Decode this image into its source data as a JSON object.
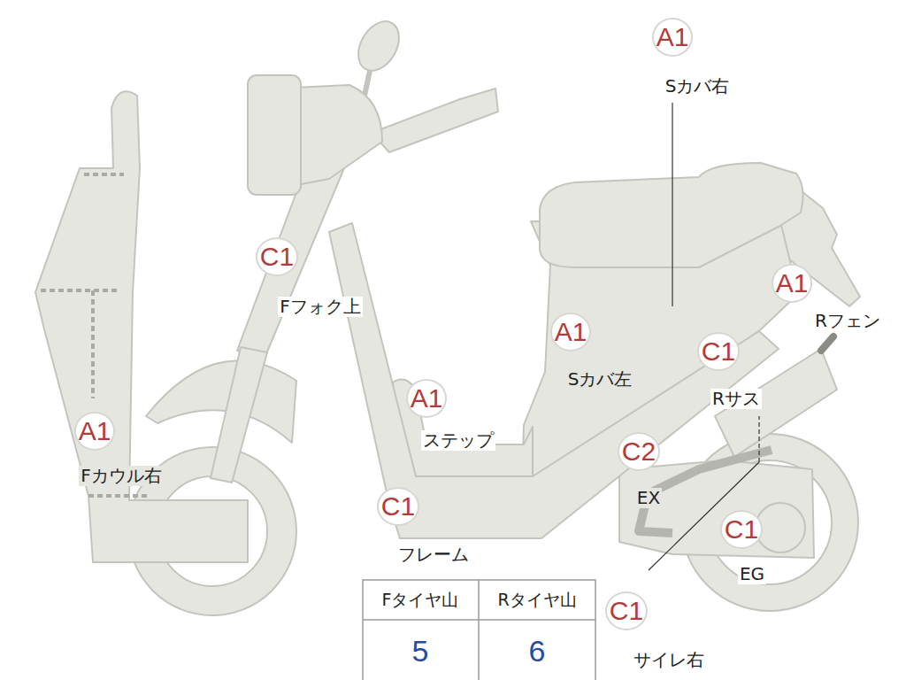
{
  "diagram": {
    "nodes": [
      {
        "text": [
          "A1",
          "Sカバ右"
        ]
      },
      {
        "text": [
          "C1",
          "Fフォク上"
        ]
      },
      {
        "text": [
          "A1",
          "Rフェン"
        ]
      },
      {
        "text": [
          "A1",
          "Sカバ左"
        ]
      },
      {
        "text": [
          "C1",
          "Rサス"
        ]
      },
      {
        "text": [
          "A1",
          "ステップ"
        ]
      },
      {
        "text": [
          "A1",
          "Fカウル右"
        ]
      },
      {
        "text": [
          "C2",
          "EX"
        ]
      },
      {
        "text": [
          "C1",
          "フレーム"
        ]
      },
      {
        "text": [
          "C1",
          "EG"
        ]
      },
      {
        "text": [
          "C1",
          "サイレ右"
        ]
      }
    ],
    "labels": [
      "Fタイヤ山",
      "Rタイヤ山",
      "5",
      "6"
    ]
  }
}
